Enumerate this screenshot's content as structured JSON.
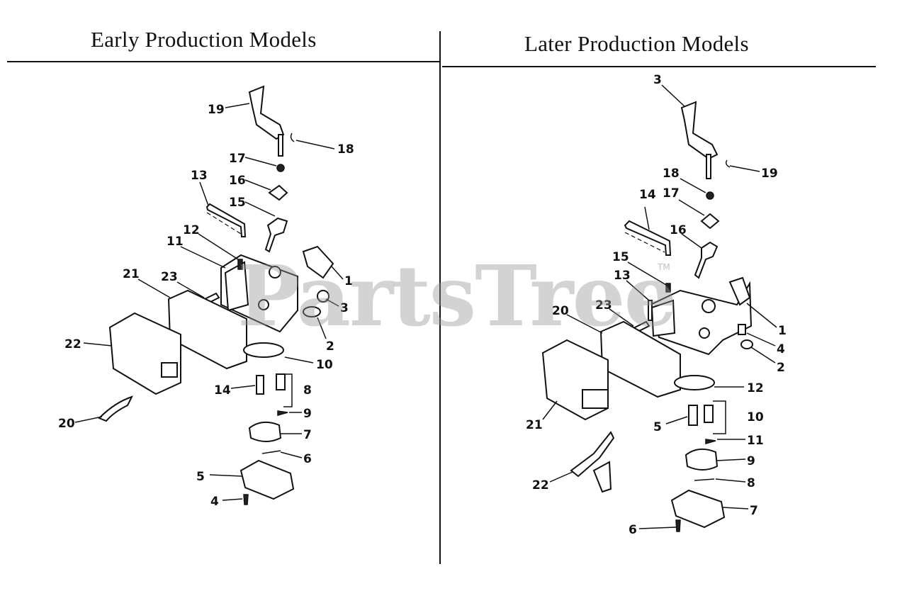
{
  "headers": {
    "left": "Early Production Models",
    "right": "Later Production Models"
  },
  "watermark": {
    "text": "PartsTree",
    "trademark": "TM"
  },
  "left_callouts": [
    "19",
    "18",
    "17",
    "16",
    "15",
    "13",
    "12",
    "11",
    "1",
    "21",
    "23",
    "3",
    "2",
    "22",
    "10",
    "14",
    "8",
    "9",
    "7",
    "20",
    "6",
    "5",
    "4"
  ],
  "right_callouts": [
    "3",
    "19",
    "18",
    "17",
    "14",
    "16",
    "15",
    "13",
    "1",
    "20",
    "23",
    "4",
    "2",
    "12",
    "21",
    "10",
    "5",
    "11",
    "9",
    "8",
    "22",
    "7",
    "6"
  ]
}
